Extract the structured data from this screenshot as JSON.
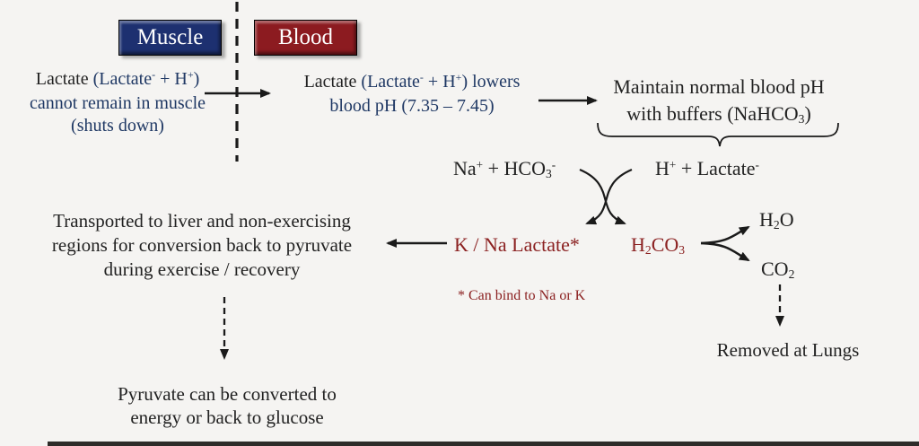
{
  "colors": {
    "background": "#f5f4f2",
    "text_black": "#222222",
    "text_blue": "#1f3864",
    "text_dark_red": "#8b2121",
    "muscle_box_fill": "#1d3070",
    "blood_box_fill": "#8c1b20",
    "box_text": "#ffffff",
    "arrow": "#1a1a1a",
    "bottom_bar": "#2e2c29"
  },
  "boxes": {
    "muscle": "Muscle",
    "blood": "Blood"
  },
  "left_block": {
    "line1_segments": [
      {
        "t": "Lactate ",
        "color": "#222222"
      },
      {
        "t": "(Lactate"
      },
      {
        "t": "-",
        "sup": true
      },
      {
        "t": " + H"
      },
      {
        "t": "+",
        "sup": true
      },
      {
        "t": ")"
      }
    ],
    "line2": "cannot remain in muscle",
    "line3": "(shuts down)"
  },
  "mid_block": {
    "line1_segments": [
      {
        "t": "Lactate ",
        "color": "#222222"
      },
      {
        "t": "(Lactate"
      },
      {
        "t": "-",
        "sup": true
      },
      {
        "t": " + H"
      },
      {
        "t": "+",
        "sup": true
      },
      {
        "t": ") lowers"
      }
    ],
    "line2": "blood pH (7.35 – 7.45)"
  },
  "right_block": {
    "line1": "Maintain normal blood pH",
    "line2_segments": [
      {
        "t": "with buffers (NaHCO"
      },
      {
        "t": "3",
        "sub": true
      },
      {
        "t": ")"
      }
    ]
  },
  "reaction": {
    "reactant_left_segments": [
      {
        "t": "Na"
      },
      {
        "t": "+",
        "sup": true
      },
      {
        "t": " + HCO"
      },
      {
        "t": "3",
        "sub": true
      },
      {
        "t": "-",
        "sup": true
      }
    ],
    "reactant_right_segments": [
      {
        "t": "H"
      },
      {
        "t": "+",
        "sup": true
      },
      {
        "t": " + Lactate"
      },
      {
        "t": "-",
        "sup": true
      }
    ],
    "product_left": "K / Na Lactate*",
    "product_right_segments": [
      {
        "t": "H"
      },
      {
        "t": "2",
        "sub": true
      },
      {
        "t": "CO"
      },
      {
        "t": "3",
        "sub": true
      }
    ],
    "footnote": "* Can bind to Na or K",
    "h2o_segments": [
      {
        "t": "H"
      },
      {
        "t": "2",
        "sub": true
      },
      {
        "t": "O"
      }
    ],
    "co2_segments": [
      {
        "t": "CO"
      },
      {
        "t": "2",
        "sub": true
      }
    ],
    "removed_label": "Removed at Lungs"
  },
  "transport_block": {
    "line1": "Transported to liver and non-exercising",
    "line2": "regions for conversion back to pyruvate",
    "line3": "during exercise / recovery"
  },
  "pyruvate_block": {
    "line1": "Pyruvate can be converted to",
    "line2": "energy or back to glucose"
  }
}
